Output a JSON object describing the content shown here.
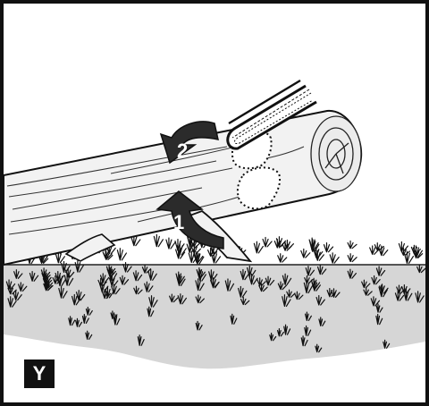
{
  "figure": {
    "label": "Y",
    "steps": [
      {
        "number": "1"
      },
      {
        "number": "2"
      }
    ]
  }
}
